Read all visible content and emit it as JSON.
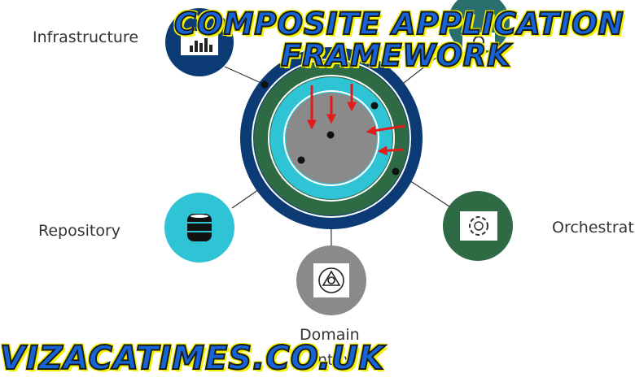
{
  "title": {
    "line1": "COMPOSITE APPLICATION",
    "line2": "FRAMEWORK"
  },
  "watermark": "VIZACATIMES.CO.UK",
  "nodes": [
    {
      "id": "infrastructure",
      "label": "Infrastructure",
      "icon": "bar-chart-icon",
      "color": "#0b3a75"
    },
    {
      "id": "top-right",
      "label": "",
      "icon": "gear-icon",
      "color": "#2a6e6e"
    },
    {
      "id": "repository",
      "label": "Repository",
      "icon": "database-icon",
      "color": "#2ec4d6"
    },
    {
      "id": "domain-entity",
      "label": "Domain",
      "label2": "Entity",
      "icon": "entity-icon",
      "color": "#8a8a8a"
    },
    {
      "id": "orchestration",
      "label": "Orchestrat",
      "icon": "cycle-icon",
      "color": "#2e6a44"
    }
  ],
  "rings": [
    "#0b3a75",
    "#2e6a44",
    "#2ec4d6",
    "#8a8a8a"
  ],
  "arrow_color": "#e31b1b"
}
